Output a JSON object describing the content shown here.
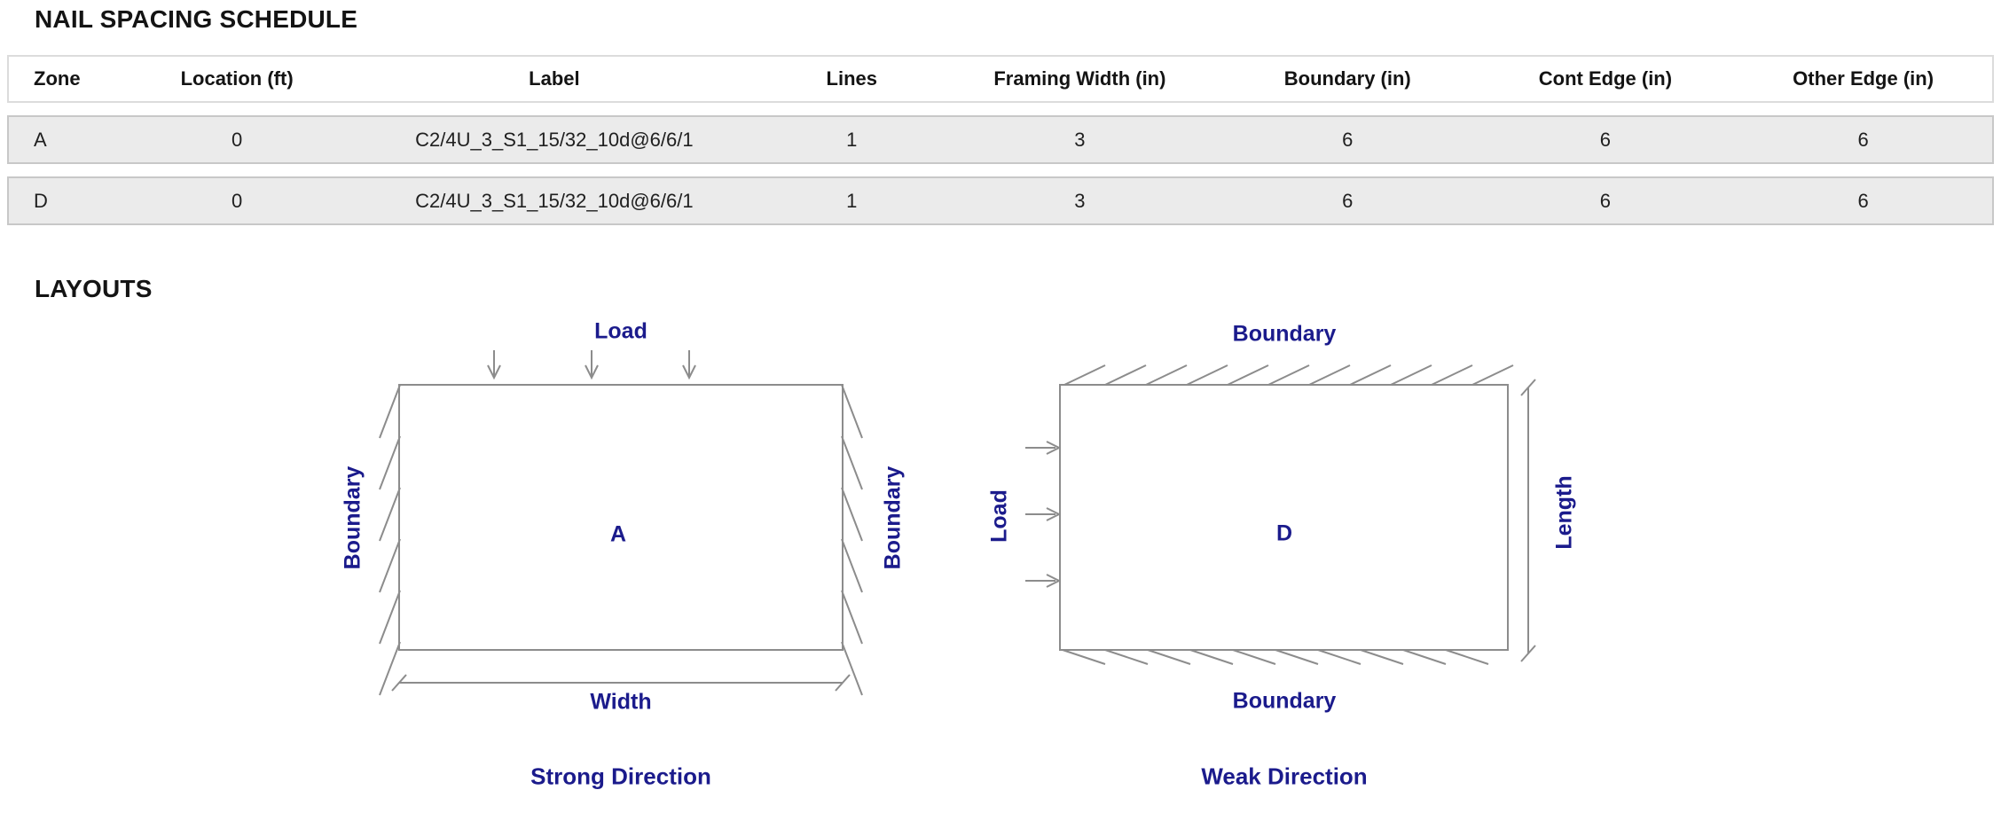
{
  "schedule": {
    "title": "NAIL SPACING SCHEDULE",
    "columns": [
      "Zone",
      "Location (ft)",
      "Label",
      "Lines",
      "Framing Width (in)",
      "Boundary (in)",
      "Cont Edge (in)",
      "Other Edge (in)"
    ],
    "rows": [
      [
        "A",
        "0",
        "C2/4U_3_S1_15/32_10d@6/6/1",
        "1",
        "3",
        "6",
        "6",
        "6"
      ],
      [
        "D",
        "0",
        "C2/4U_3_S1_15/32_10d@6/6/1",
        "1",
        "3",
        "6",
        "6",
        "6"
      ]
    ]
  },
  "layouts": {
    "title": "LAYOUTS",
    "strong": {
      "zone": "A",
      "load_label": "Load",
      "boundary_left": "Boundary",
      "boundary_right": "Boundary",
      "width_label": "Width",
      "caption": "Strong Direction"
    },
    "weak": {
      "zone": "D",
      "load_label": "Load",
      "boundary_top": "Boundary",
      "boundary_bottom": "Boundary",
      "length_label": "Length",
      "caption": "Weak Direction"
    }
  },
  "colors": {
    "accent_navy": "#1b1b8c",
    "line_gray": "#8c8c8c",
    "row_background": "#ebebeb"
  }
}
